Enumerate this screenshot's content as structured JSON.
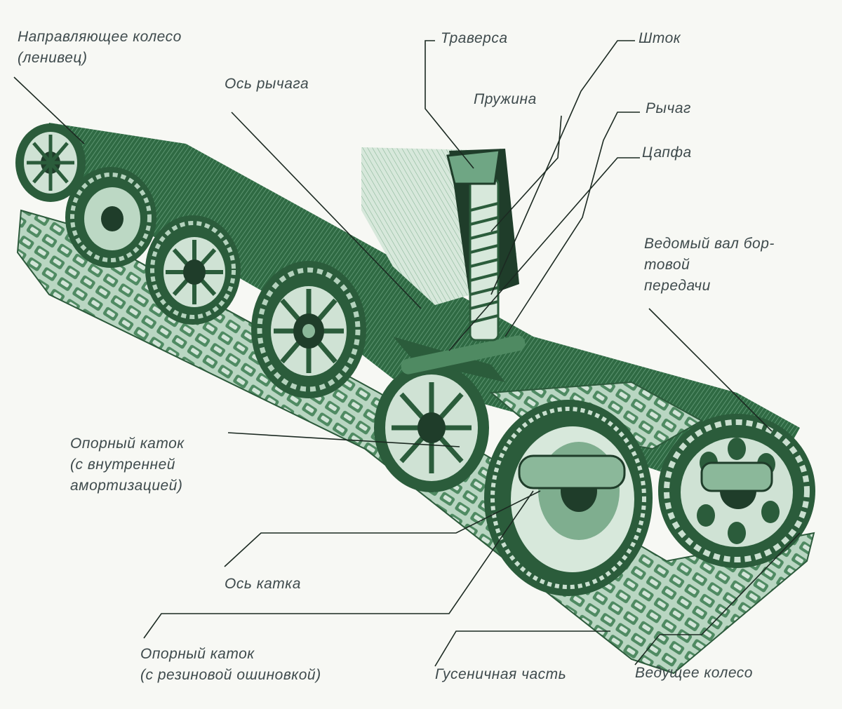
{
  "colors": {
    "background": "#f7f8f4",
    "ink_dark": "#1f3d2a",
    "ink_mid": "#3f7a52",
    "ink_light": "#8bb89a",
    "ink_pale": "#c9dfcf",
    "label_text": "#3e4a4c",
    "leader_line": "#1c2a22"
  },
  "labels": {
    "idler_wheel": {
      "line1": "Направляющее колесо",
      "line2": "(ленивец)"
    },
    "traverse": "Траверса",
    "rod": "Шток",
    "lever_axis": "Ось рычага",
    "spring": "Пружина",
    "lever": "Рычаг",
    "trunnion": "Цапфа",
    "final_drive_shaft": {
      "line1": "Ведомый вал бор-",
      "line2": "товой",
      "line3": "передачи"
    },
    "road_wheel_internal": {
      "line1": "Опорный каток",
      "line2": "(с внутренней",
      "line3": "амортизацией)"
    },
    "wheel_axle": "Ось катка",
    "road_wheel_rubber": {
      "line1": "Опорный каток",
      "line2": "(с резиновой ошиновкой)"
    },
    "track_section": "Гусеничная часть",
    "drive_sprocket": "Ведущее колесо"
  }
}
